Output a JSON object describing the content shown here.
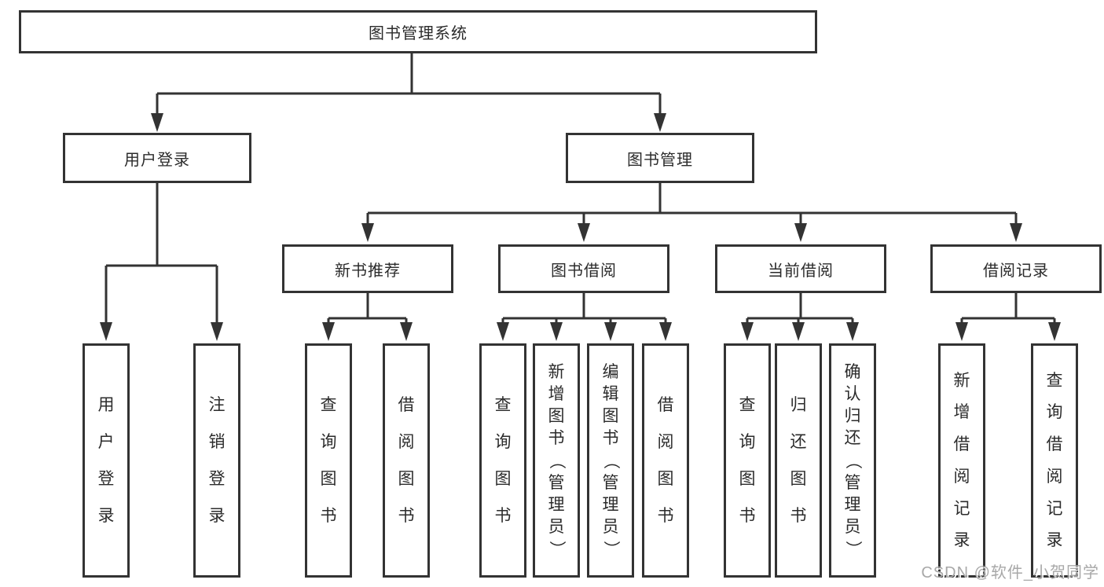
{
  "tree": {
    "root_label": "图书管理系统",
    "level2": {
      "user_login": "用户登录",
      "book_mgmt": "图书管理"
    },
    "level3": {
      "new_books": "新书推荐",
      "borrow": "图书借阅",
      "current": "当前借阅",
      "records": "借阅记录"
    },
    "leaves": {
      "user_login": [
        "用户登录",
        "注销登录"
      ],
      "new_books": [
        "查询图书",
        "借阅图书"
      ],
      "borrow": [
        "查询图书",
        "新增图书（管理员）",
        "编辑图书（管理员）",
        "借阅图书"
      ],
      "current": [
        "查询图书",
        "归还图书",
        "确认归还（管理员）"
      ],
      "records": [
        "新增借阅记录",
        "查询借阅记录"
      ]
    }
  },
  "watermark": "CSDN @软件_小贺同学",
  "colors": {
    "line": "#333333",
    "text": "#2b2b2b",
    "background": "#ffffff",
    "watermark": "#a8a8a8"
  }
}
